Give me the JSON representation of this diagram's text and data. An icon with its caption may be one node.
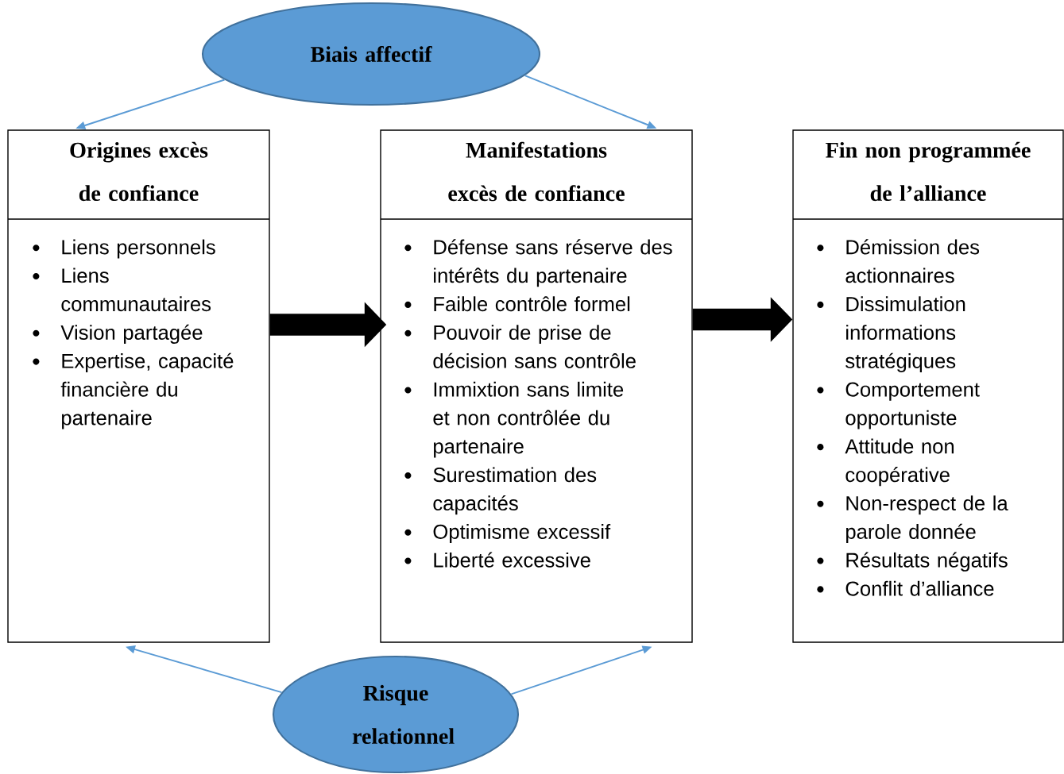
{
  "diagram": {
    "nodes": [
      {
        "text": [
          "Biais affectif"
        ]
      },
      {
        "text": [
          "Origines excès de confiance",
          "Liens personnels",
          "Liens communautaires",
          "Vision partagée",
          "Expertise, capacité financière du partenaire"
        ]
      },
      {
        "text": [
          "Manifestations excès de confiance",
          "Défense sans réserve des intérêts du partenaire",
          "Faible contrôle formel",
          "Pouvoir de prise de décision sans contrôle",
          "Immixtion sans limite et non contrôlée du partenaire",
          "Surestimation des capacités",
          "Optimisme excessif",
          "Liberté excessive"
        ]
      },
      {
        "text": [
          "Fin non programmée de l’alliance",
          "Démission des actionnaires",
          "Dissimulation informations stratégiques",
          "Comportement opportuniste",
          "Attitude non coopérative",
          "Non-respect de la parole donnée",
          "Résultats négatifs",
          "Conflit d’alliance"
        ]
      },
      {
        "text": [
          "Risque relationnel"
        ]
      }
    ],
    "edges": [
      {
        "from": 0,
        "to": 1,
        "arrow": "to"
      },
      {
        "from": 0,
        "to": 2,
        "arrow": "to"
      },
      {
        "from": 1,
        "to": 2,
        "arrow": "to",
        "style": "thick",
        "color": "#000000"
      },
      {
        "from": 2,
        "to": 3,
        "arrow": "to",
        "style": "thick",
        "color": "#000000"
      },
      {
        "from": 4,
        "to": 1,
        "arrow": "to"
      },
      {
        "from": 4,
        "to": 2,
        "arrow": "to"
      }
    ]
  }
}
